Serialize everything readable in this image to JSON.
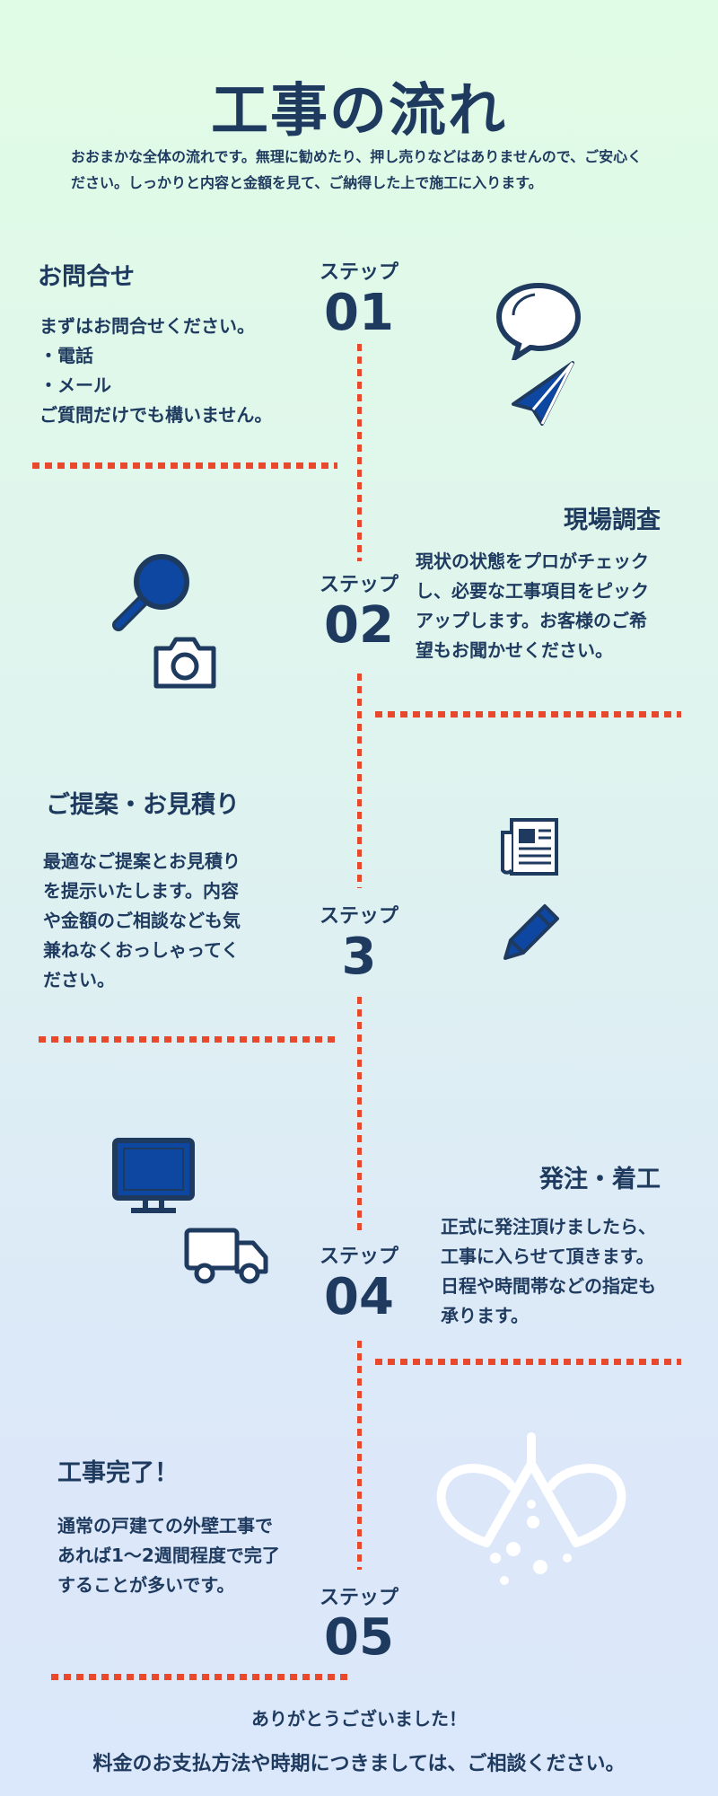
{
  "title": "工事の流れ",
  "intro": "おおまかな全体の流れです。無理に勧めたり、押し売りなどはありませんので、ご安心ください。しっかりと内容と金額を見て、ご納得した上で施工に入ります。",
  "step_label": "ステップ",
  "steps": [
    {
      "number": "01",
      "heading": "お問合せ",
      "lines": [
        "まずはお問合せください。",
        "・電話",
        "・メール",
        "ご質問だけでも構いません。"
      ]
    },
    {
      "number": "02",
      "heading": "現場調査",
      "lines": [
        "現状の状態をプロがチェック",
        "し、必要な工事項目をピック",
        "アップします。お客様のご希",
        "望もお聞かせください。"
      ]
    },
    {
      "number": "3",
      "heading": "ご提案・お見積り",
      "lines": [
        "最適なご提案とお見積り",
        "を提示いたします。内容",
        "や金額のご相談なども気",
        "兼ねなくおっしゃってく",
        "ださい。"
      ]
    },
    {
      "number": "04",
      "heading": "発注・着工",
      "lines": [
        "正式に発注頂けましたら、",
        "工事に入らせて頂きます。",
        "日程や時間帯などの指定も",
        "承ります。"
      ]
    },
    {
      "number": "05",
      "heading": "工事完了！",
      "lines": [
        "通常の戸建ての外壁工事で",
        "あれば1〜2週間程度で完了",
        "することが多いです。"
      ]
    }
  ],
  "footer": {
    "thanks": "ありがとうございました！",
    "note": "料金のお支払方法や時期につきましては、ご相談ください。"
  },
  "colors": {
    "text": "#1f3a5f",
    "accent": "#e8492c",
    "icon_blue": "#0d47a1"
  }
}
